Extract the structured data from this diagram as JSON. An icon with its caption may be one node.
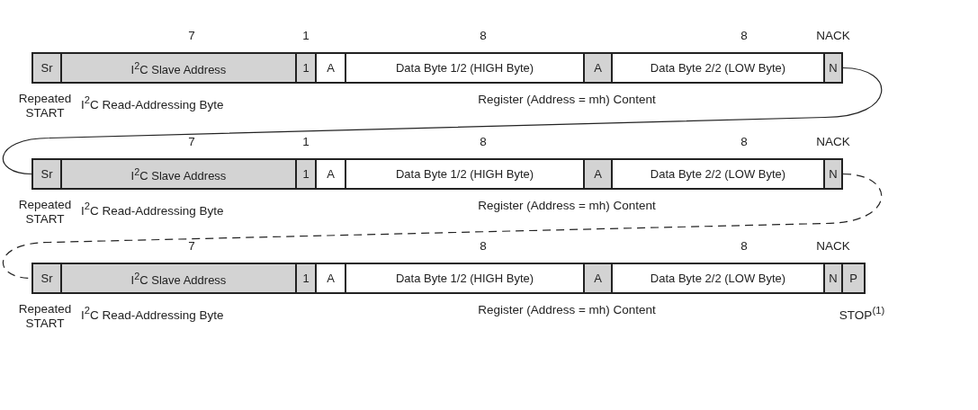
{
  "diagram": {
    "nodes": [
      {
        "text": [
          "Sr"
        ]
      },
      {
        "text": [
          "I$^{2}$C Slave Address"
        ]
      },
      {
        "text": [
          "1"
        ]
      },
      {
        "text": [
          "A"
        ]
      },
      {
        "text": [
          "Data Byte 1/2 (HIGH Byte)"
        ]
      },
      {
        "text": [
          "A"
        ]
      },
      {
        "text": [
          "Data Byte 2/2 (LOW Byte)"
        ]
      },
      {
        "text": [
          "N"
        ]
      },
      {
        "text": [
          "Sr"
        ]
      },
      {
        "text": [
          "I$^{2}$C Slave Address"
        ]
      },
      {
        "text": [
          "1"
        ]
      },
      {
        "text": [
          "A"
        ]
      },
      {
        "text": [
          "Data Byte 1/2 (HIGH Byte)"
        ]
      },
      {
        "text": [
          "A"
        ]
      },
      {
        "text": [
          "Data Byte 2/2 (LOW Byte)"
        ]
      },
      {
        "text": [
          "N"
        ]
      },
      {
        "text": [
          "Sr"
        ]
      },
      {
        "text": [
          "I$^{2}$C Slave Address"
        ]
      },
      {
        "text": [
          "1"
        ]
      },
      {
        "text": [
          "A"
        ]
      },
      {
        "text": [
          "Data Byte 1/2 (HIGH Byte)"
        ]
      },
      {
        "text": [
          "A"
        ]
      },
      {
        "text": [
          "Data Byte 2/2 (LOW Byte)"
        ]
      },
      {
        "text": [
          "N"
        ]
      },
      {
        "text": [
          "P"
        ]
      }
    ],
    "edges": [
      {
        "from": 7,
        "to": 8,
        "arrow": "none"
      },
      {
        "from": 15,
        "to": 16,
        "arrow": "none",
        "style": "dashed"
      }
    ],
    "labels": [
      "7",
      "1",
      "8",
      "8",
      "NACK",
      "Repeated START",
      "I$^{2}$C Read-Addressing Byte",
      "Register (Address = mh) Content",
      "7",
      "1",
      "8",
      "8",
      "NACK",
      "Repeated START",
      "I$^{2}$C Read-Addressing Byte",
      "Register (Address = mh) Content",
      "7",
      "8",
      "8",
      "NACK",
      "Repeated START",
      "I$^{2}$C Read-Addressing Byte",
      "Register (Address = mh) Content",
      "STOP$^{(1)}$"
    ]
  }
}
